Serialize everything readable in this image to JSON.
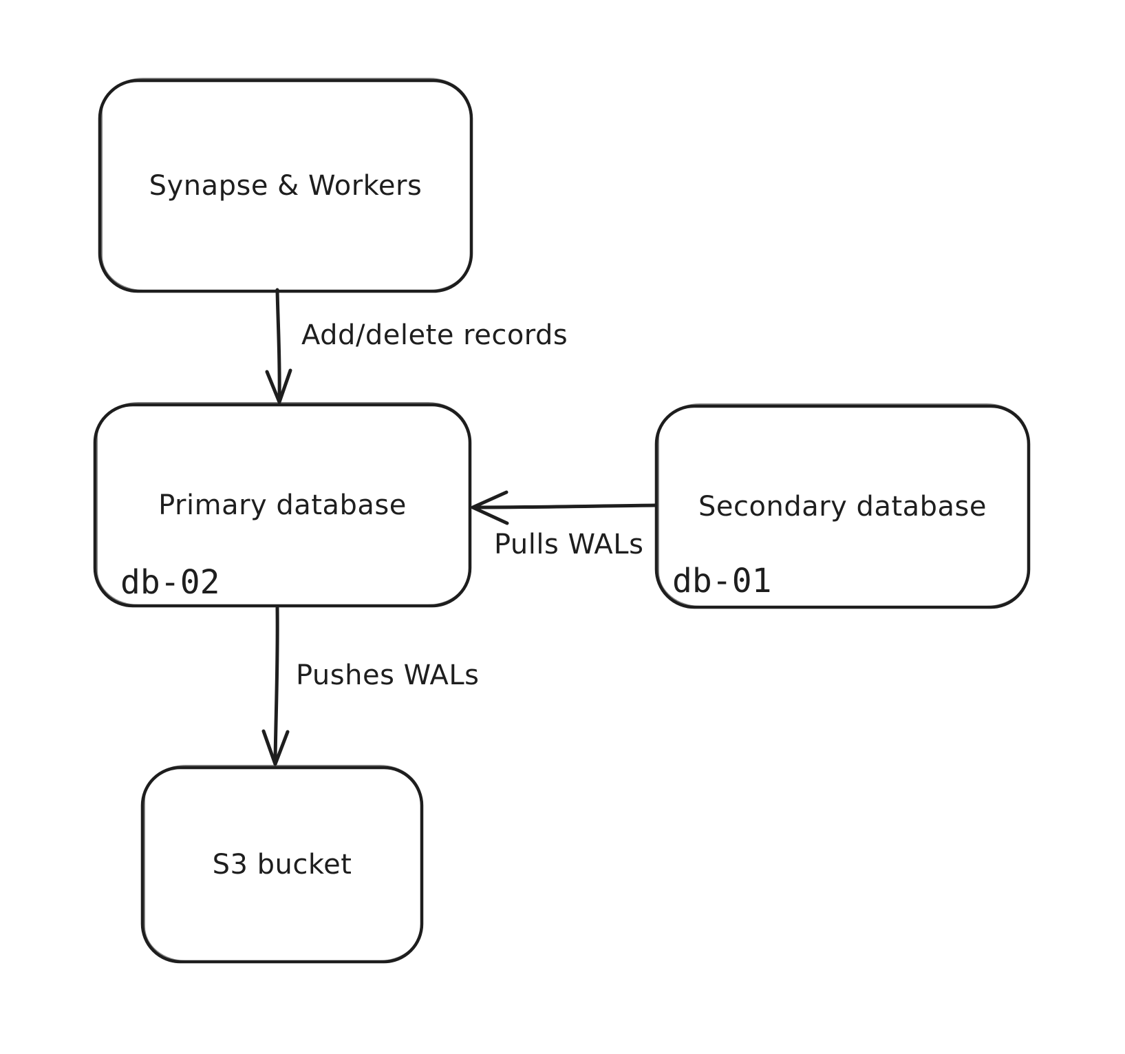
{
  "canvas": {
    "background_color": "#ffffff",
    "stroke_color": "#1e1e1e",
    "text_color": "#1e1e1e"
  },
  "nodes": [
    {
      "id": "synapse-workers",
      "label": "Synapse & Workers"
    },
    {
      "id": "primary-database",
      "label": "Primary database",
      "sublabel": "db-02"
    },
    {
      "id": "secondary-database",
      "label": "Secondary database",
      "sublabel": "db-01"
    },
    {
      "id": "s3-bucket",
      "label": "S3 bucket"
    }
  ],
  "edges": [
    {
      "id": "add-delete-records",
      "label": "Add/delete records",
      "from": "Synapse & Workers",
      "to": "Primary database",
      "direction": "down"
    },
    {
      "id": "pulls-wals",
      "label": "Pulls WALs",
      "from": "Secondary database",
      "to": "Primary database",
      "direction": "left"
    },
    {
      "id": "pushes-wals",
      "label": "Pushes WALs",
      "from": "Primary database",
      "to": "S3 bucket",
      "direction": "down"
    }
  ]
}
